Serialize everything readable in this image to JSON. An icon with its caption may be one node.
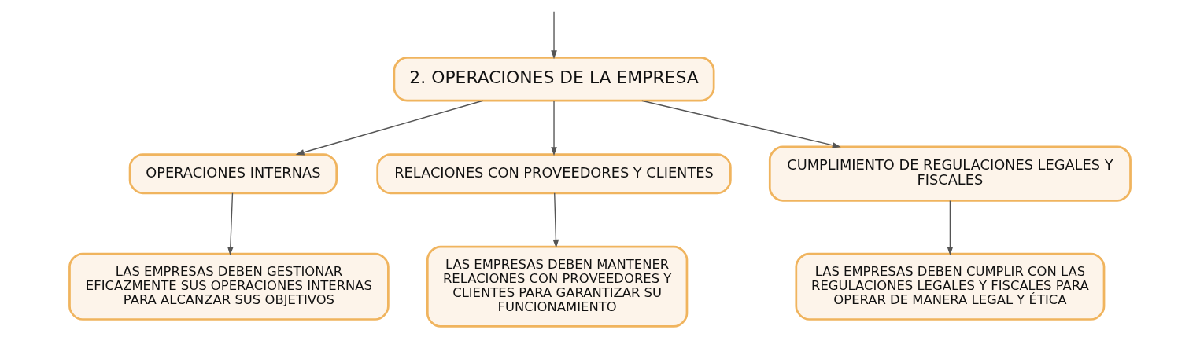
{
  "diagram": {
    "nodes": [
      {
        "text": [
          "2. OPERACIONES DE LA EMPRESA"
        ]
      },
      {
        "text": [
          "OPERACIONES INTERNAS"
        ]
      },
      {
        "text": [
          "RELACIONES CON PROVEEDORES Y CLIENTES"
        ]
      },
      {
        "text": [
          "CUMPLIMIENTO DE REGULACIONES LEGALES Y FISCALES"
        ]
      },
      {
        "text": [
          "LAS EMPRESAS DEBEN GESTIONAR EFICAZMENTE SUS OPERACIONES INTERNAS PARA ALCANZAR SUS OBJETIVOS"
        ]
      },
      {
        "text": [
          "LAS EMPRESAS DEBEN MANTENER RELACIONES CON PROVEEDORES Y CLIENTES PARA GARANTIZAR SU FUNCIONAMIENTO"
        ]
      },
      {
        "text": [
          "LAS EMPRESAS DEBEN CUMPLIR CON LAS REGULACIONES LEGALES Y FISCALES PARA OPERAR DE MANERA LEGAL Y ÉTICA"
        ]
      }
    ],
    "edges": [
      {
        "from": null,
        "to": 0,
        "arrow": "to"
      },
      {
        "from": 0,
        "to": 1,
        "arrow": "to"
      },
      {
        "from": 0,
        "to": 2,
        "arrow": "to"
      },
      {
        "from": 0,
        "to": 3,
        "arrow": "to"
      },
      {
        "from": 1,
        "to": 4,
        "arrow": "to"
      },
      {
        "from": 2,
        "to": 5,
        "arrow": "to"
      },
      {
        "from": 3,
        "to": 6,
        "arrow": "to"
      }
    ]
  }
}
